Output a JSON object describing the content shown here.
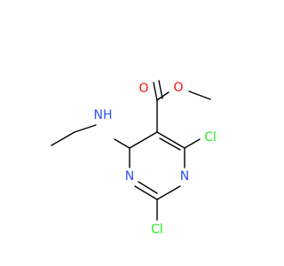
{
  "structure": {
    "colors": {
      "bond": "#000000",
      "O": "#ff0d0d",
      "N": "#3050f8",
      "Cl": "#1ff01f",
      "C": "#000000"
    },
    "atoms": [
      {
        "id": "o_carbonyl",
        "label": "O",
        "element": "O"
      },
      {
        "id": "o_ester",
        "label": "O",
        "element": "O"
      },
      {
        "id": "n_amine",
        "label": "NH",
        "element": "N"
      },
      {
        "id": "cl_right",
        "label": "Cl",
        "element": "Cl"
      },
      {
        "id": "n_ring_left",
        "label": "N",
        "element": "N"
      },
      {
        "id": "n_ring_right",
        "label": "N",
        "element": "N"
      },
      {
        "id": "cl_bottom",
        "label": "Cl",
        "element": "Cl"
      }
    ]
  }
}
